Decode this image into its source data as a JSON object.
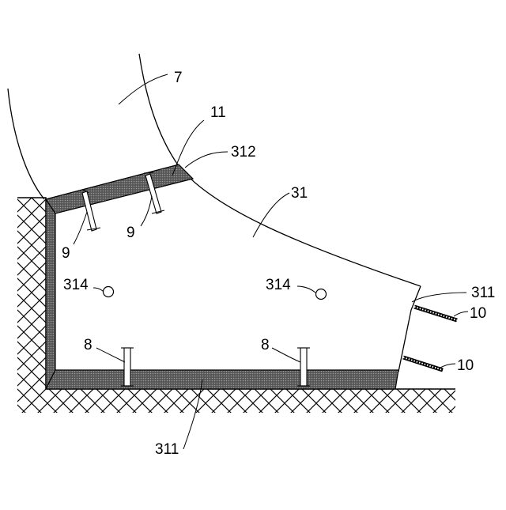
{
  "labels": {
    "l7": "7",
    "l11": "11",
    "l312": "312",
    "l31": "31",
    "l9a": "9",
    "l9b": "9",
    "l314a": "314",
    "l314b": "314",
    "l311a": "311",
    "l311b": "311",
    "l10a": "10",
    "l10b": "10",
    "l8a": "8",
    "l8b": "8"
  }
}
